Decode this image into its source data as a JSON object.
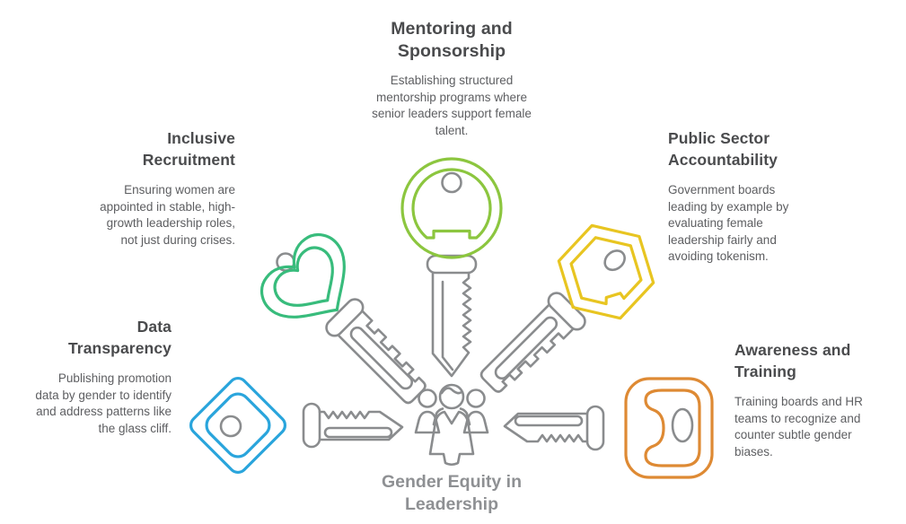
{
  "diagram": {
    "center": {
      "title": "Gender Equity in Leadership",
      "icon": "people-group-icon"
    },
    "items": [
      {
        "id": "mentoring-and-sponsorship",
        "position": "top",
        "title": "Mentoring and Sponsorship",
        "description": "Establishing structured mentorship programs where senior leaders support female talent.",
        "key_shape": "round-head-key",
        "color": "#8CC63F"
      },
      {
        "id": "inclusive-recruitment",
        "position": "upper-left",
        "title": "Inclusive Recruitment",
        "description": "Ensuring women are appointed in stable, high-growth leadership roles, not just during crises.",
        "key_shape": "heart-head-key",
        "color": "#38BC7C"
      },
      {
        "id": "public-sector-accountability",
        "position": "upper-right",
        "title": "Public Sector Accountability",
        "description": "Government boards leading by example by evaluating female leadership fairly and avoiding tokenism.",
        "key_shape": "hexagon-head-key",
        "color": "#E8C521"
      },
      {
        "id": "data-transparency",
        "position": "lower-left",
        "title": "Data Transparency",
        "description": "Publishing promotion data by gender to identify and address patterns like the glass cliff.",
        "key_shape": "diamond-head-key",
        "color": "#2AA5DC"
      },
      {
        "id": "awareness-and-training",
        "position": "lower-right",
        "title": "Awareness and Training",
        "description": "Training boards and HR teams to recognize and counter subtle gender biases.",
        "key_shape": "rounded-square-head-key",
        "color": "#DE8A34"
      }
    ],
    "line_color": "#8A8C8E",
    "title_color": "#4A4B4D",
    "body_color": "#5D5E61",
    "center_title_color": "#8E9093"
  }
}
